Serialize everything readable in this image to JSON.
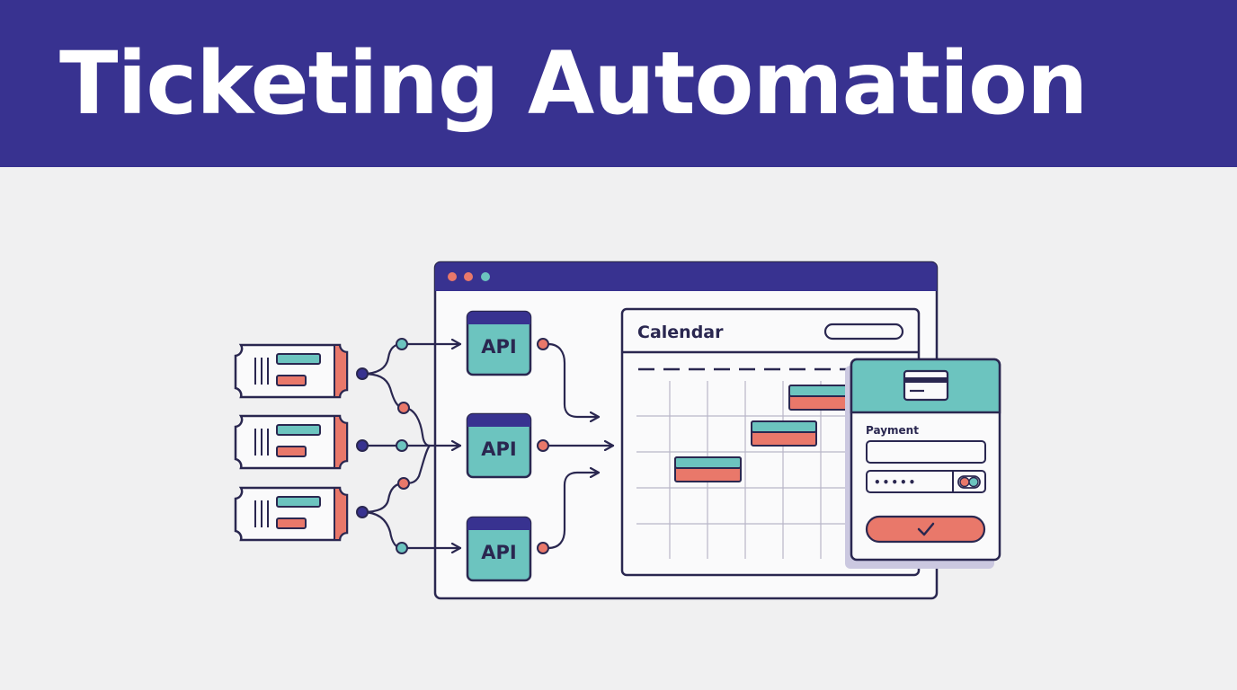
{
  "colors": {
    "banner": "#383290",
    "banner_text": "#ffffff",
    "background": "#f0f0f1",
    "outline": "#2a2750",
    "teal": "#6cc4bf",
    "coral": "#e9786a",
    "panel": "#fafafb",
    "grid": "#b9b6c8"
  },
  "header": {
    "title": "Ticketing Automation"
  },
  "api": {
    "labels": [
      "API",
      "API",
      "API"
    ]
  },
  "calendar": {
    "title": "Calendar"
  },
  "payment": {
    "title": "Payment",
    "password_mask": "•••••",
    "card_icon": "credit-card-icon",
    "submit_icon": "checkmark-icon"
  },
  "tickets": {
    "icon": "ticket-icon",
    "count": 3
  }
}
